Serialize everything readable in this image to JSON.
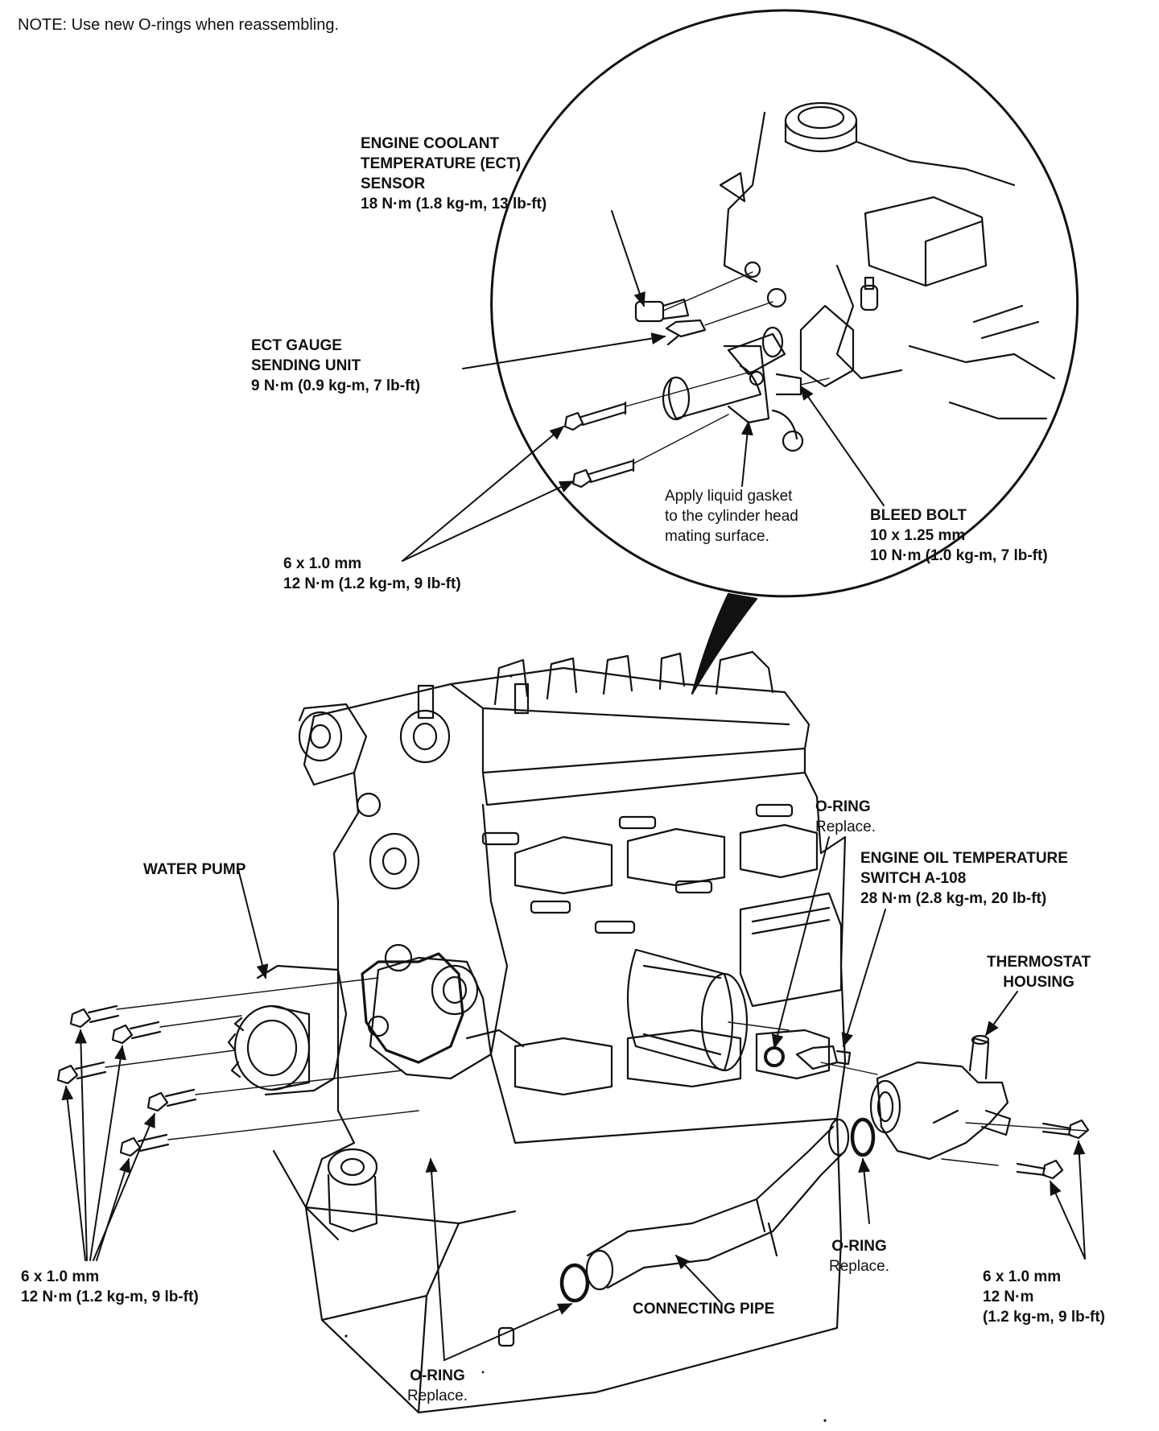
{
  "note": "NOTE: Use new O-rings when reassembling.",
  "callouts": {
    "ect_sensor": {
      "name": [
        "ENGINE COOLANT",
        "TEMPERATURE (ECT)",
        "SENSOR"
      ],
      "spec": "18 N·m (1.8 kg-m, 13 lb-ft)"
    },
    "ect_gauge": {
      "name": [
        "ECT GAUGE",
        "SENDING UNIT"
      ],
      "spec": "9 N·m (0.9 kg-m, 7 lb-ft)"
    },
    "upper_bolts": {
      "size": "6 x 1.0 mm",
      "spec": "12 N·m (1.2 kg-m, 9 lb-ft)"
    },
    "liquid_gasket": {
      "lines": [
        "Apply liquid gasket",
        "to the cylinder head",
        "mating surface."
      ]
    },
    "bleed_bolt": {
      "name": "BLEED BOLT",
      "size": "10 x 1.25 mm",
      "spec": "10 N·m (1.0 kg-m, 7 lb-ft)"
    },
    "water_pump": {
      "name": "WATER PUMP"
    },
    "oring_filter": {
      "name": "O-RING",
      "action": "Replace."
    },
    "oil_temp_switch": {
      "name": [
        "ENGINE OIL TEMPERATURE",
        "SWITCH A-108"
      ],
      "spec": "28 N·m (2.8 kg-m, 20 lb-ft)"
    },
    "thermostat_housing": {
      "name": [
        "THERMOSTAT",
        "HOUSING"
      ]
    },
    "left_bolts": {
      "size": "6 x 1.0 mm",
      "spec": "12 N·m (1.2 kg-m, 9 lb-ft)"
    },
    "oring_right": {
      "name": "O-RING",
      "action": "Replace."
    },
    "thermostat_bolts": {
      "size": "6 x 1.0 mm",
      "spec": [
        "12 N·m",
        "(1.2 kg-m, 9 lb-ft)"
      ]
    },
    "connecting_pipe": {
      "name": "CONNECTING PIPE"
    },
    "oring_bottom": {
      "name": "O-RING",
      "action": "Replace."
    }
  }
}
